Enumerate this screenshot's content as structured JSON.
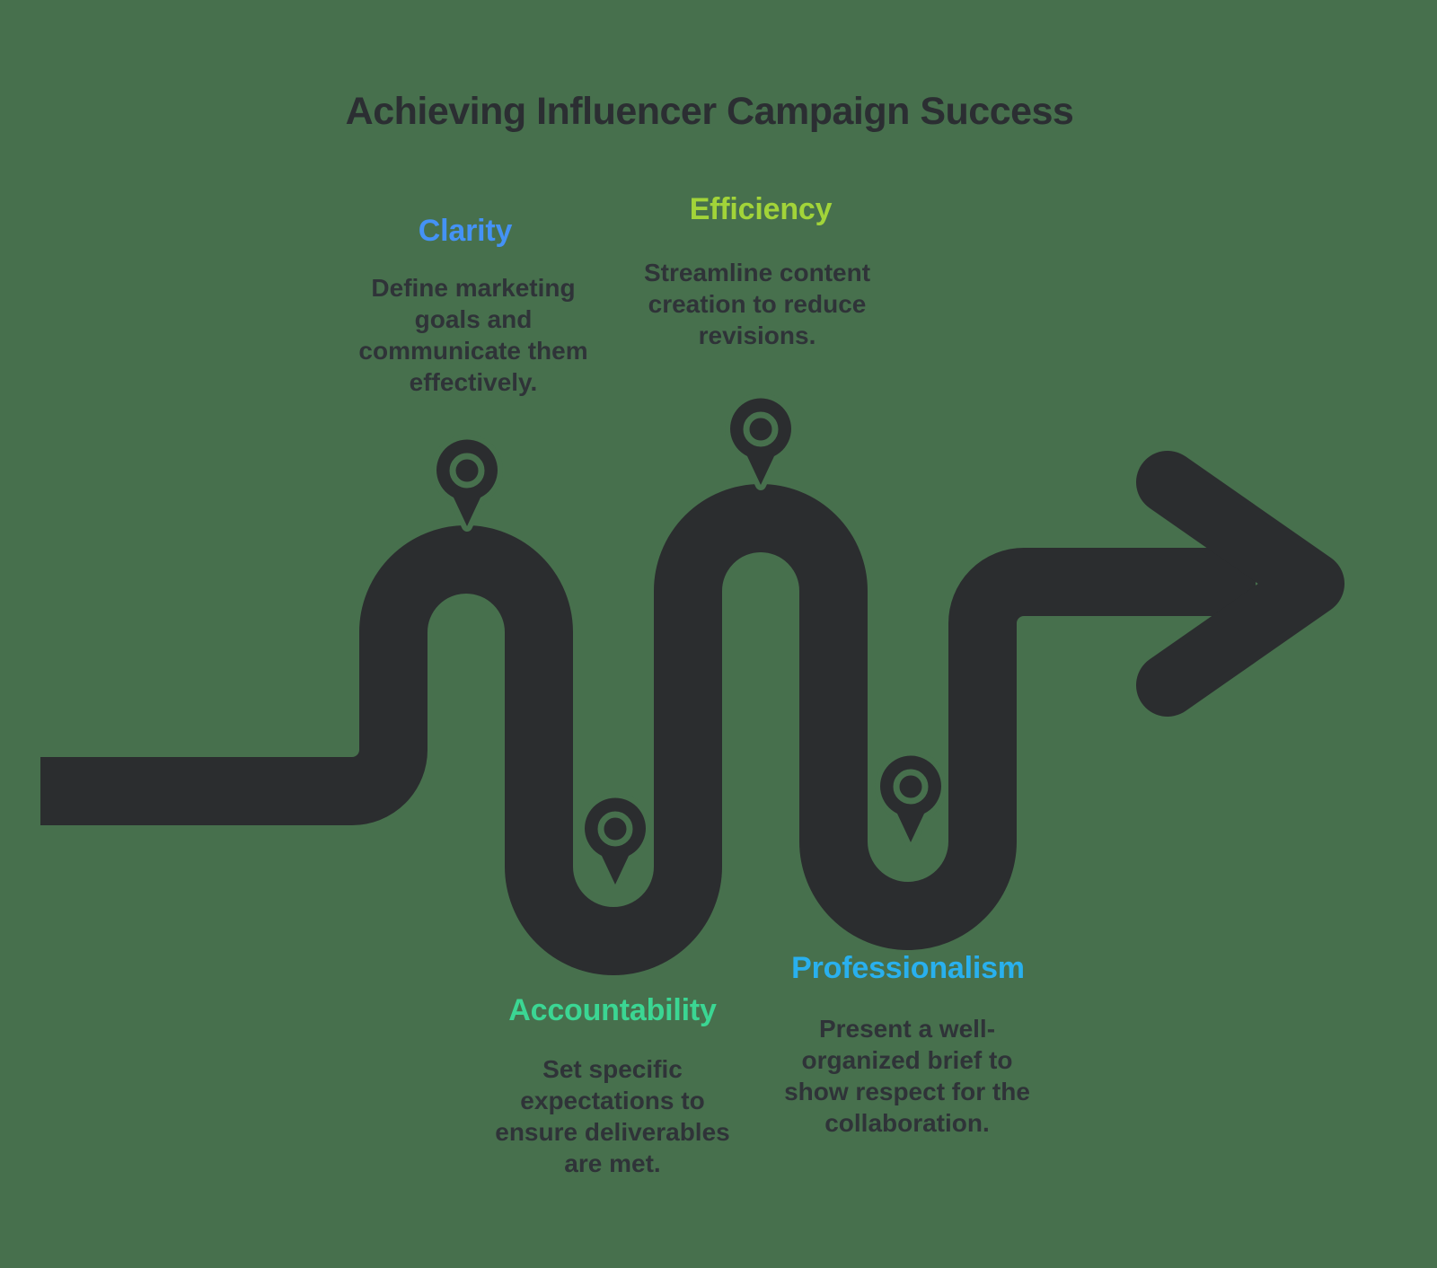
{
  "title": "Achieving Influencer Campaign Success",
  "milestones": [
    {
      "name": "clarity",
      "title": "Clarity",
      "color": "#4492F6",
      "description": "Define marketing\ngoals and\ncommunicate them\neffectively."
    },
    {
      "name": "efficiency",
      "title": "Efficiency",
      "color": "#A2D439",
      "description": "Streamline content\ncreation to reduce\nrevisions."
    },
    {
      "name": "accountability",
      "title": "Accountability",
      "color": "#3BD693",
      "description": "Set specific\nexpectations to\nensure deliverables\nare met."
    },
    {
      "name": "professionalism",
      "title": "Professionalism",
      "color": "#29B0EE",
      "description": "Present a well-\norganized brief to\nshow respect for the\ncollaboration."
    }
  ],
  "icons": {
    "path_markers": "location-pin-icon",
    "path_end": "right-arrowhead-icon"
  },
  "colors": {
    "background": "#47704D",
    "path": "#2B2D2F",
    "title_text": "#2B2E32",
    "body_text": "#2F3338"
  }
}
